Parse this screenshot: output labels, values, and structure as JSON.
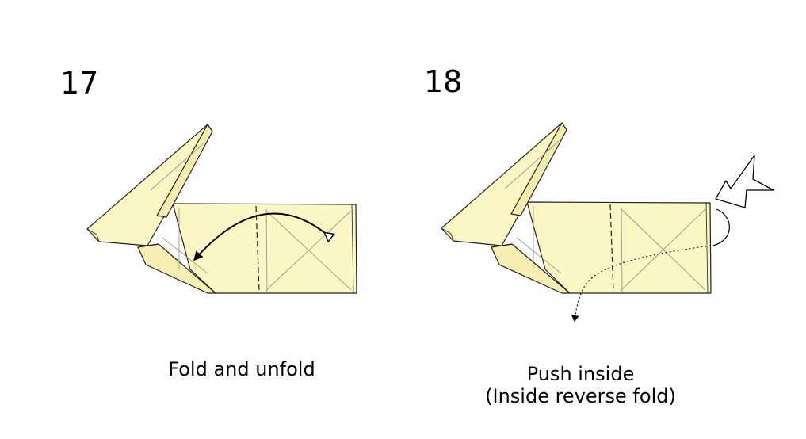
{
  "steps": [
    {
      "number": "17",
      "caption": "Fold and unfold"
    },
    {
      "number": "18",
      "caption_line1": "Push inside",
      "caption_line2": "(Inside reverse fold)"
    }
  ],
  "colors": {
    "paper": "#fbf6c4",
    "outline": "#222222",
    "crease": "#9a9a8c"
  }
}
